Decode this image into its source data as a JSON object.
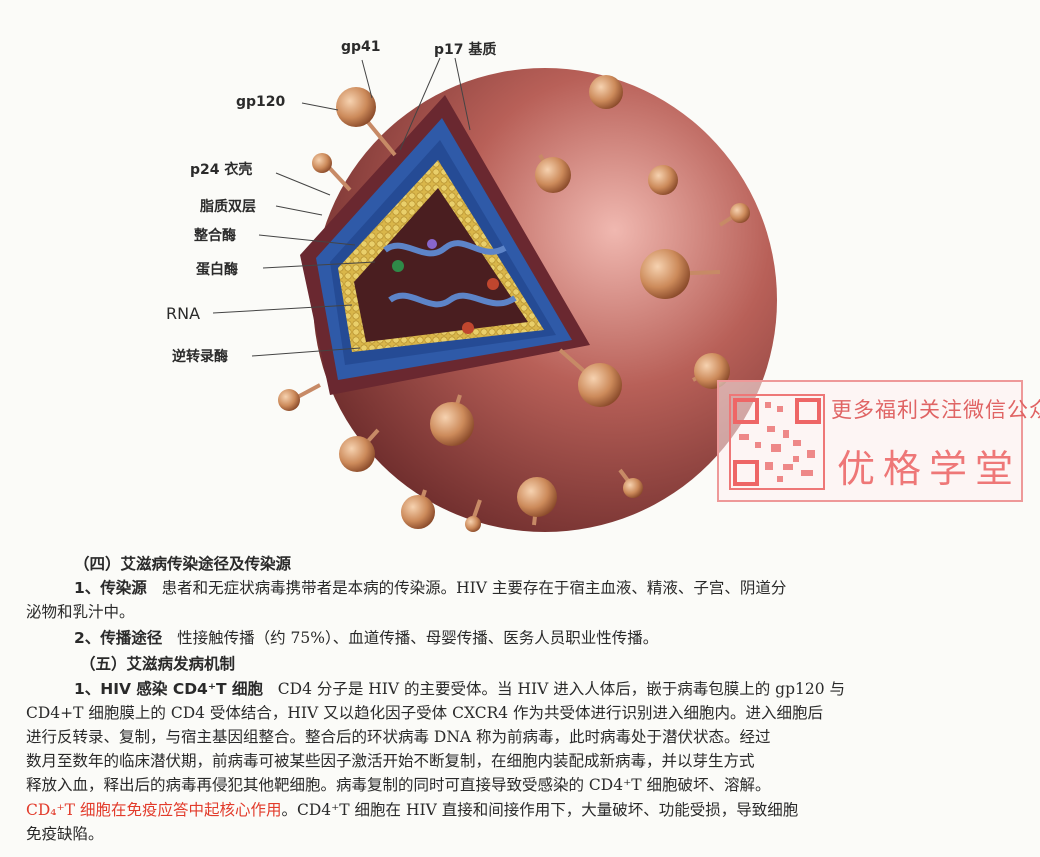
{
  "figure": {
    "labels": {
      "gp41": "gp41",
      "p17": "p17 基质",
      "gp120": "gp120",
      "p24": "p24 衣壳",
      "lipid": "脂质双层",
      "integrase": "整合酶",
      "protease": "蛋白酶",
      "rna": "RNA",
      "rt": "逆转录酶"
    },
    "stamp": {
      "line1": "更多福利关注微信公众号",
      "line2": "优格学堂"
    },
    "colors": {
      "virus": "#a05048",
      "envelope": "#2f5aa8",
      "core": "#d8b545",
      "spike": "#c8845a"
    }
  },
  "text": {
    "h4": "（四）艾滋病传染途径及传染源",
    "p1_head": "1、传染源",
    "p1_body_a": "患者和无症状病毒携带者是本病的传染源。HIV 主要存在于宿主血液、精液、子宫、阴道分",
    "p1_body_b": "泌物和乳汁中。",
    "p2_head": "2、传播途径",
    "p2_body": "性接触传播（约 75%）、血道传播、母婴传播、医务人员职业性传播。",
    "h5": "（五）艾滋病发病机制",
    "p3_head": "1、HIV 感染 CD4⁺T 细胞",
    "p3_l1": "CD4 分子是 HIV 的主要受体。当 HIV 进入人体后，嵌于病毒包膜上的 gp120 与",
    "p3_l2": "CD4+T 细胞膜上的 CD4 受体结合，HIV 又以趋化因子受体 CXCR4 作为共受体进行识别进入细胞内。进入细胞后",
    "p3_l3": "进行反转录、复制，与宿主基因组整合。整合后的环状病毒 DNA 称为前病毒，此时病毒处于潜伏状态。经过",
    "p3_l4": "数月至数年的临床潜伏期，前病毒可被某些因子激活开始不断复制，在细胞内装配成新病毒，并以芽生方式",
    "p3_l5": "释放入血，释出后的病毒再侵犯其他靶细胞。病毒复制的同时可直接导致受感染的 CD4⁺T 细胞破坏、溶解。",
    "p3_red": "CD₄⁺T 细胞在免疫应答中起核心作用",
    "p3_l6": "。CD4⁺T 细胞在 HIV 直接和间接作用下，大量破坏、功能受损，导致细胞",
    "p3_l7": "免疫缺陷。"
  }
}
